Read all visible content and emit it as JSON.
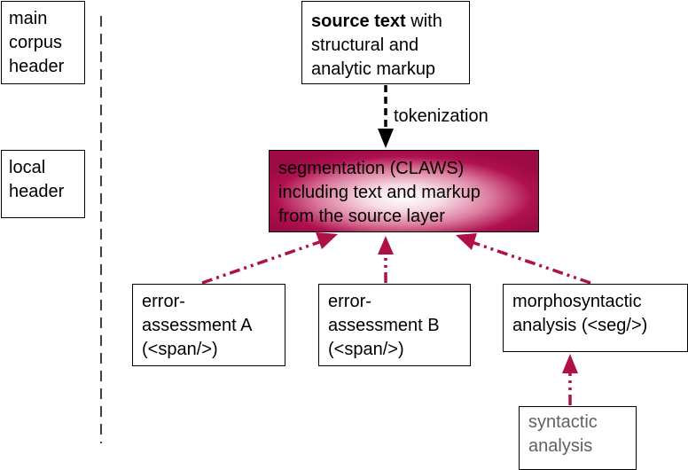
{
  "main_header": {
    "lines": [
      "main",
      "corpus",
      "header"
    ]
  },
  "local_header": {
    "lines": [
      "local",
      "header"
    ]
  },
  "source": {
    "bold": "source text",
    "rest": " with",
    "lines": [
      "structural and",
      "analytic markup"
    ]
  },
  "edge_label": "tokenization",
  "segmentation": {
    "lines": [
      "segmentation (CLAWS)",
      "including text and markup",
      "from the source layer"
    ]
  },
  "error_a": {
    "lines": [
      "error-",
      "assessment A",
      "(<span/>)"
    ]
  },
  "error_b": {
    "lines": [
      "error-",
      "assessment B",
      "(<span/>)"
    ]
  },
  "morpho": {
    "lines": [
      "morphosyntactic",
      "analysis (<seg/>)"
    ]
  },
  "syntactic": {
    "lines": [
      "syntactic",
      "analysis"
    ]
  },
  "colors": {
    "accent": "#b0104f",
    "arrow_crimson": "#b01048",
    "syntactic_text": "#616161"
  }
}
